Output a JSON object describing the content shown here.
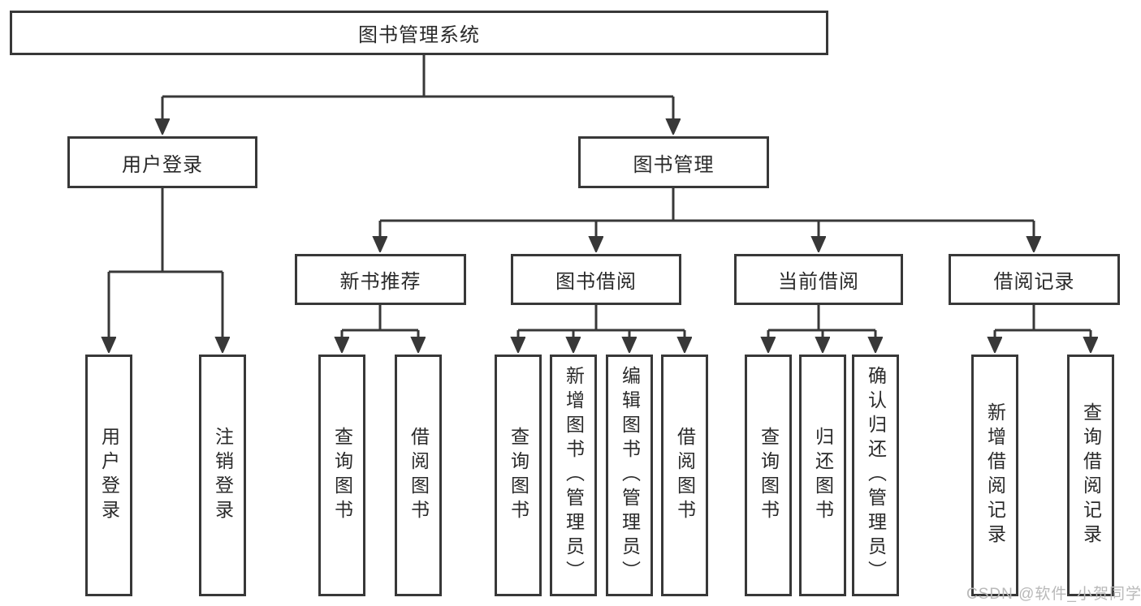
{
  "tree": {
    "label": "图书管理系统",
    "children": [
      {
        "label": "用户登录",
        "children": [
          {
            "label": "用户登录"
          },
          {
            "label": "注销登录"
          }
        ]
      },
      {
        "label": "图书管理",
        "children": [
          {
            "label": "新书推荐",
            "children": [
              {
                "label": "查询图书"
              },
              {
                "label": "借阅图书"
              }
            ]
          },
          {
            "label": "图书借阅",
            "children": [
              {
                "label": "查询图书"
              },
              {
                "label": "新增图书（管理员）"
              },
              {
                "label": "编辑图书（管理员）"
              },
              {
                "label": "借阅图书"
              }
            ]
          },
          {
            "label": "当前借阅",
            "children": [
              {
                "label": "查询图书"
              },
              {
                "label": "归还图书"
              },
              {
                "label": "确认归还（管理员）"
              }
            ]
          },
          {
            "label": "借阅记录",
            "children": [
              {
                "label": "新增借阅记录"
              },
              {
                "label": "查询借阅记录"
              }
            ]
          }
        ]
      }
    ]
  },
  "watermark": {
    "text": "CSDN @软件_小贺同学"
  },
  "colors": {
    "line": "#383838",
    "box_border": "#383838",
    "text": "#2a2a2a",
    "watermark": "#b9b9b9",
    "background": "#ffffff"
  }
}
